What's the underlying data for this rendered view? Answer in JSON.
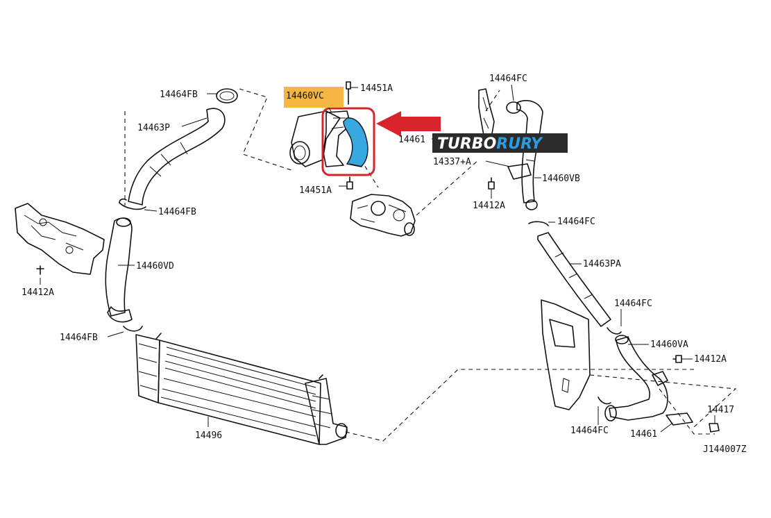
{
  "diagram_id": "J144007Z",
  "colors": {
    "highlight_label_bg": "#f5b642",
    "highlight_part": "#38a8e0",
    "callout_box": "#d8232a",
    "arrow": "#d8232a",
    "logo_bg": "#2b2b2b",
    "logo_white": "#ffffff",
    "logo_blue": "#2a9de0"
  },
  "logo": {
    "part1": "TURBO",
    "part2": "RURY"
  },
  "labels": {
    "l_14464FB_top": "14464FB",
    "l_14463P": "14463P",
    "l_14464FB_mid": "14464FB",
    "l_14460VD": "14460VD",
    "l_14412A_left": "14412A",
    "l_14464FB_low": "14464FB",
    "l_14496": "14496",
    "l_14460VC": "14460VC",
    "l_14451A_top": "14451A",
    "l_14451A_low": "14451A",
    "l_14464FC_top": "14464FC",
    "l_14461_top": "14461",
    "l_14337A": "14337+A",
    "l_14460VB": "14460VB",
    "l_14412A_mid": "14412A",
    "l_14464FC_mid": "14464FC",
    "l_14463PA": "14463PA",
    "l_14464FC_right": "14464FC",
    "l_14460VA": "14460VA",
    "l_14412A_right": "14412A",
    "l_14417": "14417",
    "l_14464FC_bottom": "14464FC",
    "l_14461_bottom": "14461"
  },
  "icons": [
    "turbo-logo",
    "red-arrow-icon",
    "callout-box"
  ]
}
